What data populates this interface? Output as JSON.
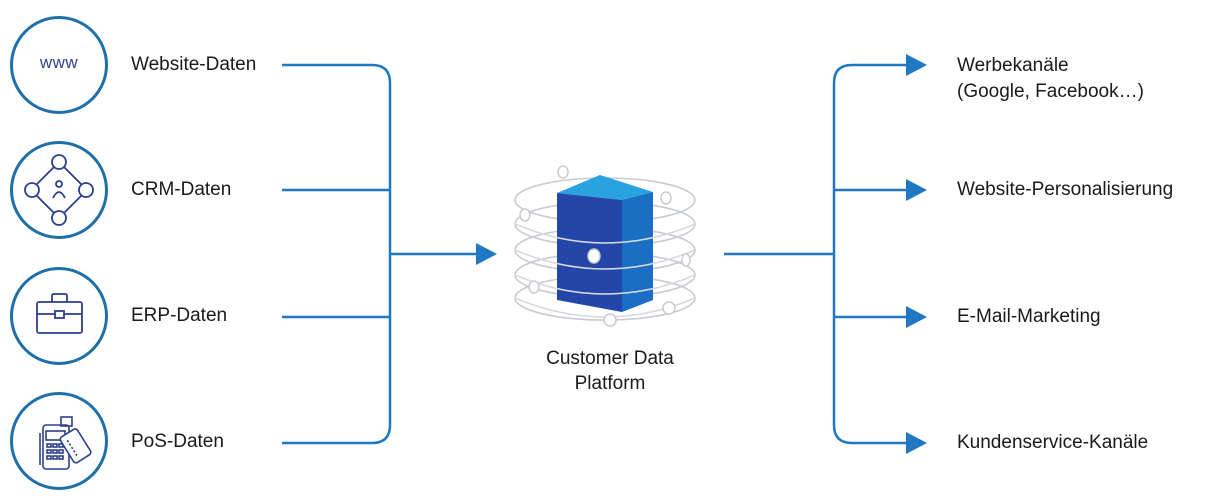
{
  "colors": {
    "line": "#1f78c1",
    "circle_border": "#1f6fa8",
    "icon_stroke": "#2d3f8c",
    "cube_top": "#29a3e0",
    "cube_front": "#2346a8",
    "cube_side": "#1a6fc4",
    "ring": "#c8ccd2"
  },
  "sources": [
    {
      "label": "Website-Daten",
      "icon": "www-icon",
      "icon_text": "www"
    },
    {
      "label": "CRM-Daten",
      "icon": "network-person-icon"
    },
    {
      "label": "ERP-Daten",
      "icon": "briefcase-icon"
    },
    {
      "label": "PoS-Daten",
      "icon": "card-terminal-icon"
    }
  ],
  "center": {
    "label_line1": "Customer Data",
    "label_line2": "Platform",
    "icon": "database-server-icon"
  },
  "outputs": [
    {
      "label_line1": "Werbekanäle",
      "label_line2": "(Google, Facebook…)"
    },
    {
      "label_line1": "Website-Personalisierung"
    },
    {
      "label_line1": "E-Mail-Marketing"
    },
    {
      "label_line1": "Kundenservice-Kanäle"
    }
  ]
}
